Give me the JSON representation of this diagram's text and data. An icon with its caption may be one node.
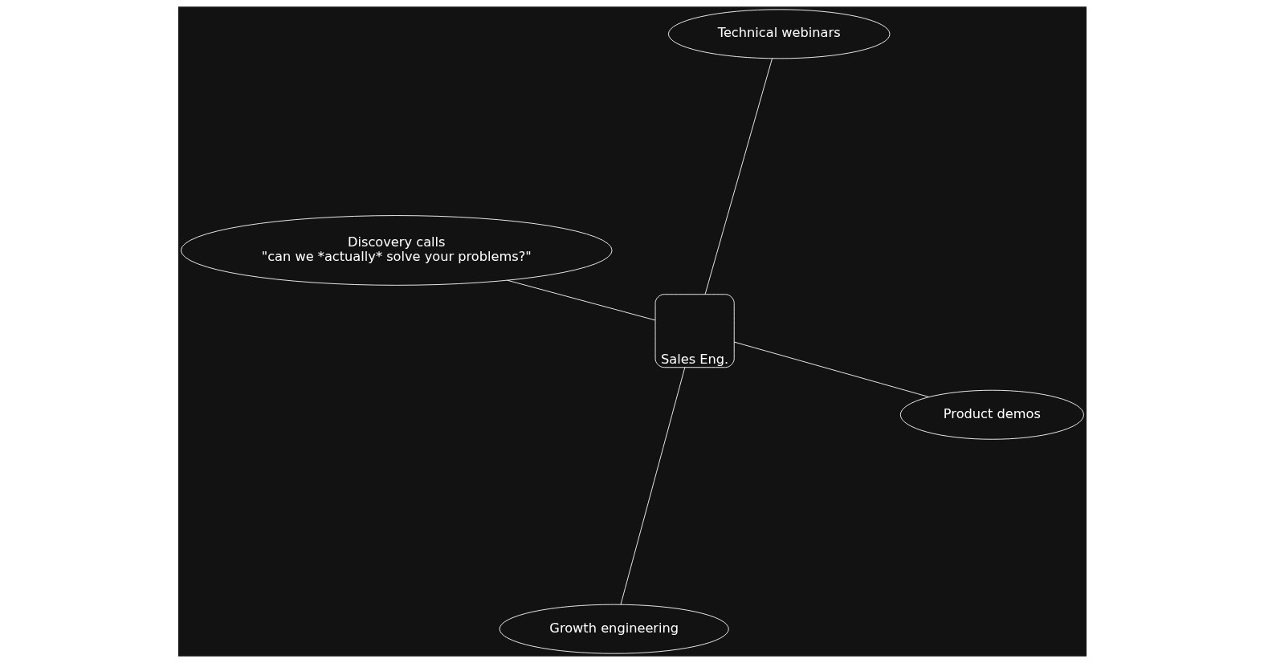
{
  "diagram": {
    "nodes": [
      {
        "text": [
          "Discovery calls",
          "\"can we *actually* solve your problems?\""
        ]
      },
      {
        "text": [
          "Product demos"
        ]
      },
      {
        "text": [
          "Growth engineering"
        ]
      },
      {
        "text": [
          "Sales Eng."
        ]
      },
      {
        "text": [
          "Technical webinars"
        ]
      }
    ],
    "edges": [
      {
        "from": 0,
        "to": 3,
        "arrow": "none"
      },
      {
        "from": 1,
        "to": 3,
        "arrow": "none"
      },
      {
        "from": 3,
        "to": 2,
        "arrow": "none"
      },
      {
        "from": 3,
        "to": 4,
        "arrow": "none"
      }
    ]
  }
}
